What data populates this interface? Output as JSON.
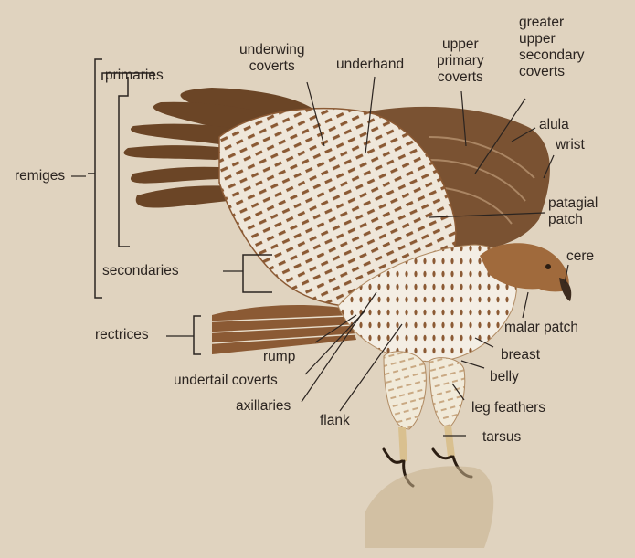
{
  "labels": {
    "underwing_coverts": [
      "underwing",
      "coverts"
    ],
    "underhand": "underhand",
    "upper_primary_coverts": [
      "upper",
      "primary",
      "coverts"
    ],
    "greater_upper_secondary_coverts": [
      "greater",
      "upper",
      "secondary",
      "coverts"
    ],
    "primaries": "primaries",
    "remiges": "remiges",
    "alula": "alula",
    "wrist": "wrist",
    "patagial_patch": [
      "patagial",
      "patch"
    ],
    "cere": "cere",
    "secondaries": "secondaries",
    "malar_patch": "malar patch",
    "rectrices": "rectrices",
    "breast": "breast",
    "rump": "rump",
    "belly": "belly",
    "undertail_coverts": "undertail coverts",
    "leg_feathers": "leg feathers",
    "axillaries": "axillaries",
    "flank": "flank",
    "tarsus": "tarsus"
  },
  "colors": {
    "background": "#e0d3bf",
    "text": "#2b2420",
    "leader": "#2b2420",
    "feather_dark": "#6b4526",
    "feather_mid": "#8b5a34",
    "feather_light": "#f2ebdf"
  }
}
